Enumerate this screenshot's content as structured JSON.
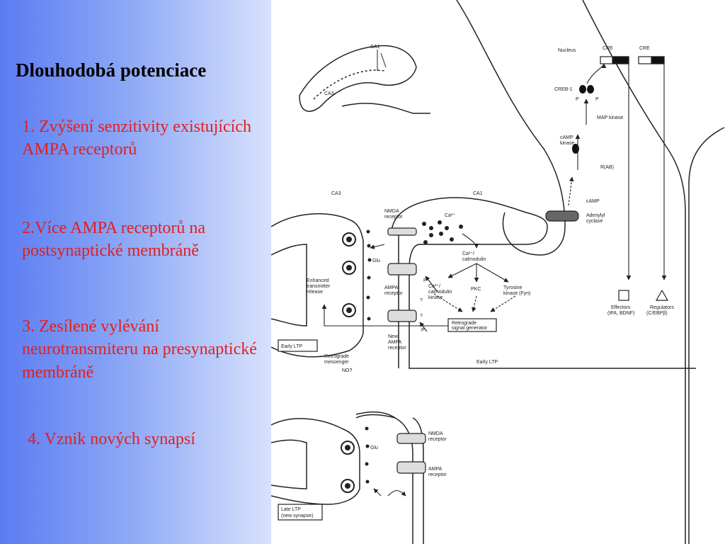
{
  "slide": {
    "title": "Dlouhodobá potenciace",
    "points": [
      "1. Zvýšení senzitivity existujících AMPA receptorů",
      "2.Více AMPA receptorů na postsynaptické membráně",
      "3. Zesílené vylévání neurotransmiteru na presynaptické membráně",
      "4. Vznik nových synapsí"
    ]
  },
  "diagram": {
    "hippocampus": {
      "ca1": "CA1",
      "ca3": "CA3"
    },
    "regions": {
      "ca3": "CA3",
      "ca1": "CA1"
    },
    "labels": {
      "nucleus": "Nucleus",
      "cre_1": "CRE",
      "cre_2": "CRE",
      "creb1": "CREB-1",
      "p_1": "P",
      "p_2": "P",
      "map_kinase": "MAP kinase",
      "camp_kinase_1": "cAMP",
      "camp_kinase_2": "kinase",
      "rab": "R(AB)",
      "camp": "cAMP",
      "adenylyl_1": "Adenylyl",
      "adenylyl_2": "cyclase",
      "nmda_1": "NMDA",
      "nmda_2": "receptor",
      "ca2plus": "Ca²⁺",
      "ca_calmodulin_1": "Ca²⁺/",
      "ca_calmodulin_2": "calmodulin",
      "glu": "Glu",
      "enhanced_1": "Enhanced",
      "enhanced_2": "transmitter",
      "enhanced_3": "release",
      "ampa_1": "AMPA",
      "ampa_2": "receptor",
      "p_3": "P",
      "camk_1": "Ca²⁺/",
      "camk_2": "calmodulin",
      "camk_3": "kinase",
      "pkc": "PKC",
      "tyrosine_1": "Tyrosine",
      "tyrosine_2": "kinase (Fyn)",
      "retro_gen_1": "Retrograde",
      "retro_gen_2": "signal generator",
      "new_ampa_1": "New",
      "new_ampa_2": "AMPA",
      "new_ampa_3": "receptor",
      "p_4": "P",
      "q_1": "?",
      "q_2": "?",
      "early_ltp_box": "Early LTP",
      "retro_msg_1": "Retrograde",
      "retro_msg_2": "messenger",
      "no": "NO?",
      "early_ltp": "Early LTP",
      "effectors_1": "Effectors",
      "effectors_2": "(tPA, BDNF)",
      "regulators_1": "Regulators",
      "regulators_2": "(C/EBPβ)",
      "nmda_b_1": "NMDA",
      "nmda_b_2": "receptor",
      "glu_b": "Glu",
      "ampa_b_1": "AMPA",
      "ampa_b_2": "receptor",
      "late_ltp_1": "Late LTP",
      "late_ltp_2": "(new synapse)"
    }
  }
}
